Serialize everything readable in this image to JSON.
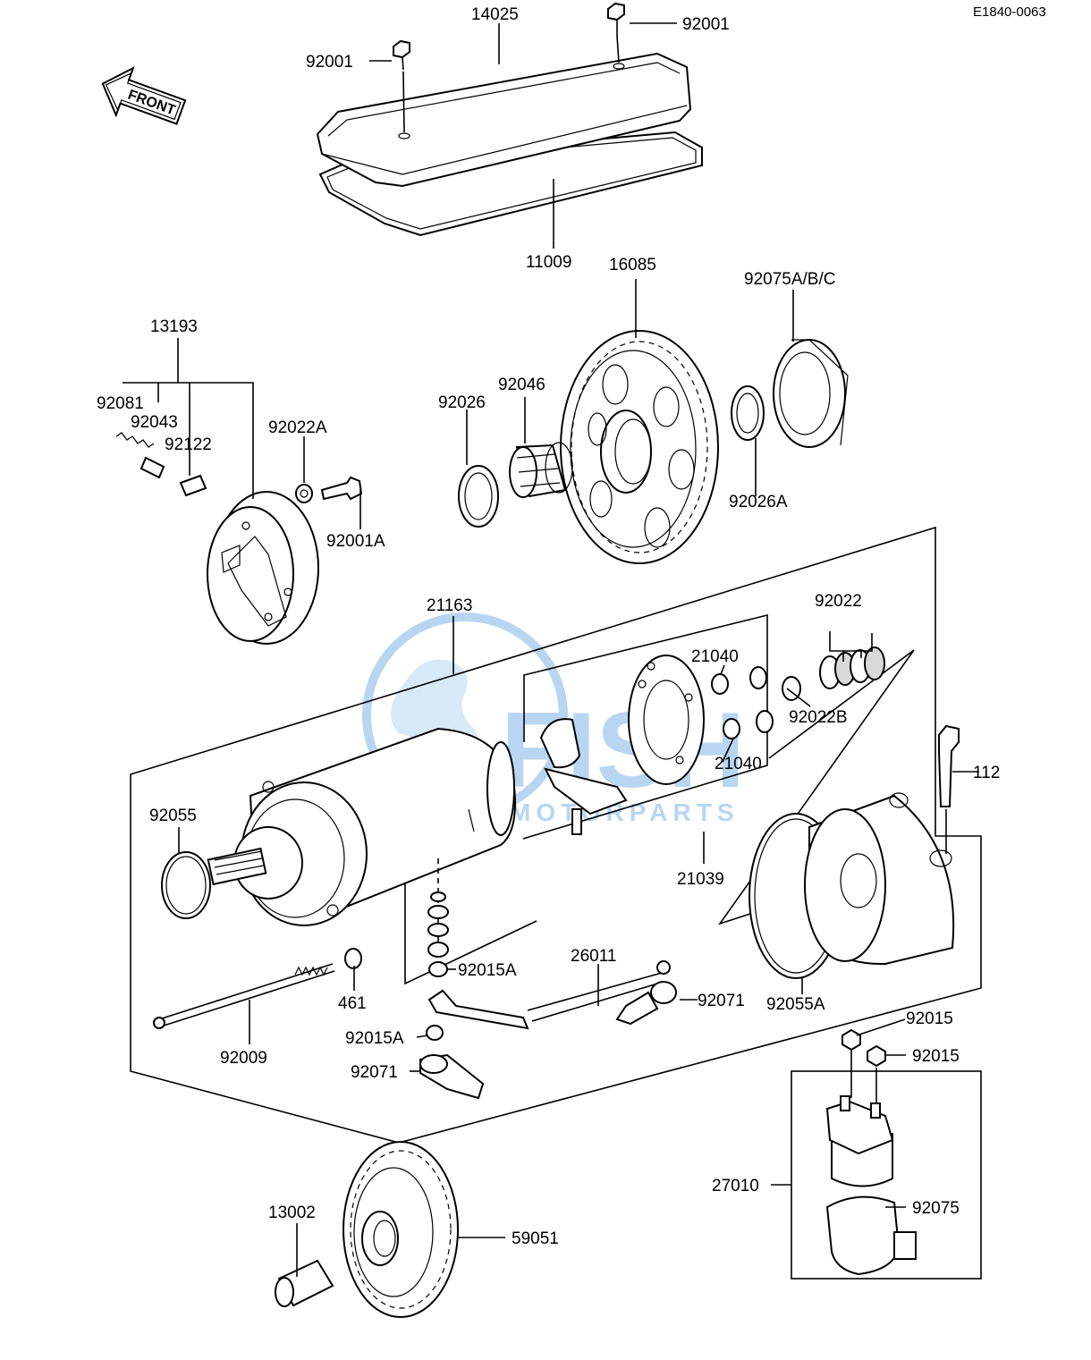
{
  "diagram_code": "E1840-0063",
  "front_label": "FRONT",
  "watermark": {
    "brand": "FISH",
    "tagline": "MOTORPARTS"
  },
  "colors": {
    "line": "#000000",
    "watermark": "#7fb6e6"
  },
  "parts": {
    "p14025": "14025",
    "p92001_left": "92001",
    "p92001_right": "92001",
    "p11009": "11009",
    "p16085": "16085",
    "p92075abc": "92075A/B/C",
    "p13193": "13193",
    "p92081": "92081",
    "p92043": "92043",
    "p92122": "92122",
    "p92022A": "92022A",
    "p92001A": "92001A",
    "p92026": "92026",
    "p92046": "92046",
    "p92026A": "92026A",
    "p21163": "21163",
    "p92022": "92022",
    "p21040_top": "21040",
    "p92022B": "92022B",
    "p21040_bottom": "21040",
    "p112": "112",
    "p92055": "92055",
    "p21039": "21039",
    "p26011": "26011",
    "p92015A_top": "92015A",
    "p92071_right": "92071",
    "p461": "461",
    "p92055A": "92055A",
    "p92015_top": "92015",
    "p92015_bottom": "92015",
    "p92009": "92009",
    "p92015A_bottom": "92015A",
    "p92071_left": "92071",
    "p27010": "27010",
    "p92075": "92075",
    "p13002": "13002",
    "p59051": "59051"
  }
}
